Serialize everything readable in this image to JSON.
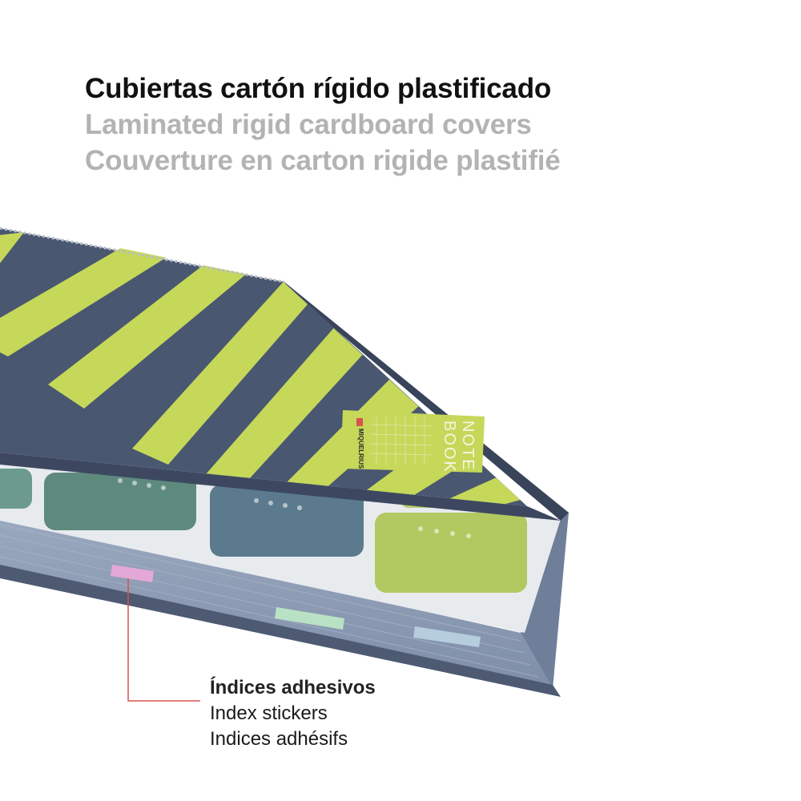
{
  "headline": {
    "spanish": "Cubiertas cartón rígido plastificado",
    "english": "Laminated rigid cardboard covers",
    "french": "Couverture en carton rigide plastifié"
  },
  "cover_label": {
    "brand": "MIQUELRIUS",
    "note_line1": "NOTE",
    "note_line2": "BOOK"
  },
  "callout": {
    "spanish": "Índices adhesivos",
    "english": "Index stickers",
    "french": "Indices adhésifs"
  },
  "colors": {
    "navy_stripe": "#4a5770",
    "lime_stripe": "#c5d85a",
    "page_edge": "#8e9db5",
    "callout_line": "#d9534f",
    "tab_pink": "#e3a8d7",
    "tab_mint": "#b9e2c5",
    "tab_blue": "#b6cddd",
    "sticker_teal": "#5e8a7e",
    "sticker_slate": "#5b7a8e",
    "sticker_lime": "#b2c860"
  }
}
